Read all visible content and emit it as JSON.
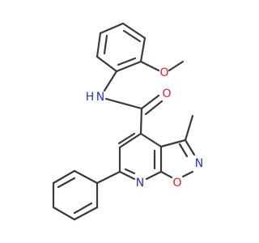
{
  "molecule": {
    "atom_labels": {
      "amide_n": "N",
      "amide_h": "H",
      "carbonyl_o": "O",
      "methoxy_o": "O",
      "ring_n_pyridine": "N",
      "ring_n_isoxazole": "N",
      "ring_o_isoxazole": "O"
    },
    "colors": {
      "bond": "#3a3a3a",
      "nitrogen": "#2b2fd6",
      "oxygen": "#e8201b",
      "background": "#ffffff"
    }
  }
}
